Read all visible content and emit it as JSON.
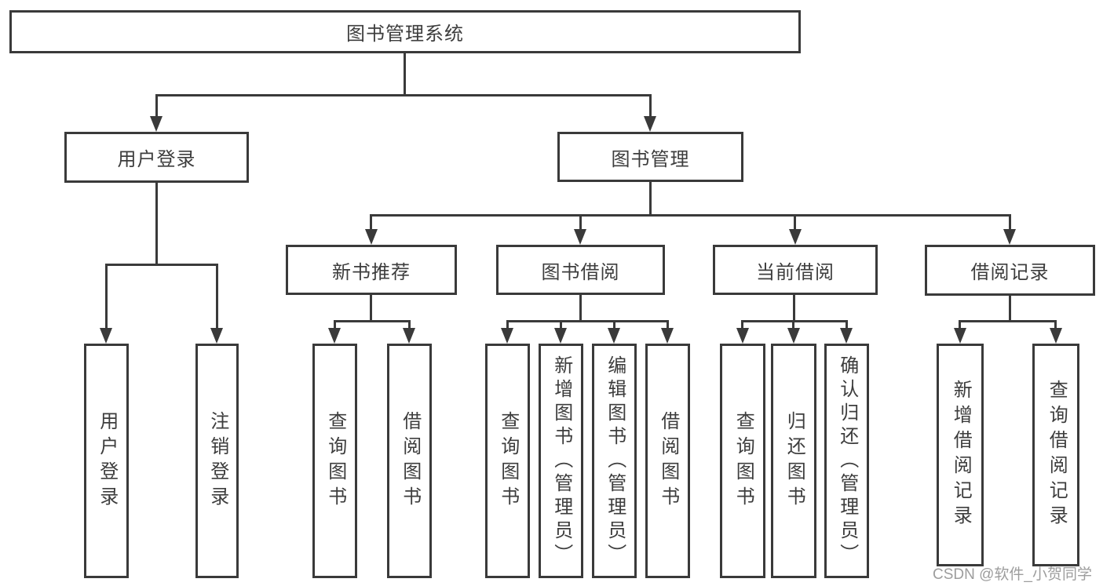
{
  "tree": {
    "label": "图书管理系统",
    "children": [
      {
        "label": "用户登录",
        "children": [
          {
            "label": "用户登录"
          },
          {
            "label": "注销登录"
          }
        ]
      },
      {
        "label": "图书管理",
        "children": [
          {
            "label": "新书推荐",
            "children": [
              {
                "label": "查询图书"
              },
              {
                "label": "借阅图书"
              }
            ]
          },
          {
            "label": "图书借阅",
            "children": [
              {
                "label": "查询图书"
              },
              {
                "label": "新增图书（管理员）"
              },
              {
                "label": "编辑图书（管理员）"
              },
              {
                "label": "借阅图书"
              }
            ]
          },
          {
            "label": "当前借阅",
            "children": [
              {
                "label": "查询图书"
              },
              {
                "label": "归还图书"
              },
              {
                "label": "确认归还（管理员）"
              }
            ]
          },
          {
            "label": "借阅记录",
            "children": [
              {
                "label": "新增借阅记录"
              },
              {
                "label": "查询借阅记录"
              }
            ]
          }
        ]
      }
    ]
  },
  "watermark": {
    "text": "CSDN @软件_小贺同学"
  },
  "colors": {
    "line": "#3a3a3a",
    "text": "#3d3d3d",
    "watermark": "#9d9d9d",
    "background": "#ffffff"
  }
}
